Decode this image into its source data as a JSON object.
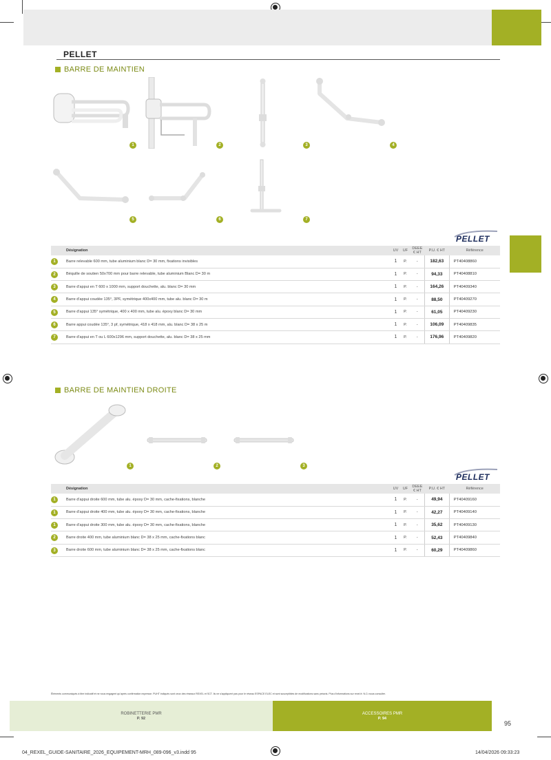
{
  "brand": "PELLET",
  "logo_text": "PELLET",
  "section1": {
    "title": "BARRE DE MAINTIEN",
    "image_numbers": [
      "1",
      "2",
      "3",
      "4",
      "5",
      "6",
      "7"
    ],
    "rows": [
      {
        "num": "1",
        "designation": "Barre relevable 600 mm, tube aluminium blanc D= 30 mm, fixations invisibles",
        "uv": "1",
        "uf": "P.",
        "deee": "-",
        "price": "182,63",
        "ref": "PT40408860"
      },
      {
        "num": "2",
        "designation": "Béquille de soutien 50x700 mm pour barre relevable, tube aluminium Blanc D= 30 m",
        "uv": "1",
        "uf": "P.",
        "deee": "-",
        "price": "94,33",
        "ref": "PT40408810"
      },
      {
        "num": "3",
        "designation": "Barre d'appui en T 600 x 1000 mm, support douchette, alu. blanc D= 30 mm",
        "uv": "1",
        "uf": "P.",
        "deee": "-",
        "price": "164,26",
        "ref": "PT40409340"
      },
      {
        "num": "4",
        "designation": "Barre d'appui coudée 135°, 3PF, symétrique 400x400 mm, tube alu. blanc D= 30 m",
        "uv": "1",
        "uf": "P.",
        "deee": "-",
        "price": "88,50",
        "ref": "PT40409270"
      },
      {
        "num": "5",
        "designation": "Barre d'appui 135° symétrique, 400 x 400 mm, tube alu. époxy blanc D= 30 mm",
        "uv": "1",
        "uf": "P.",
        "deee": "-",
        "price": "61,05",
        "ref": "PT40409230"
      },
      {
        "num": "6",
        "designation": "Barre appui coudée 135°, 3 pf, symétrique, 418 x 418 mm, alu. blanc D= 38 x 25 m",
        "uv": "1",
        "uf": "P.",
        "deee": "-",
        "price": "106,09",
        "ref": "PT40409835"
      },
      {
        "num": "7",
        "designation": "Barre d'appui en T ou L 600x1296 mm, support douchette, alu. blanc D= 38 x 25 mm",
        "uv": "1",
        "uf": "P.",
        "deee": "-",
        "price": "176,96",
        "ref": "PT40409820"
      }
    ]
  },
  "section2": {
    "title": "BARRE DE MAINTIEN DROITE",
    "image_numbers": [
      "1",
      "2",
      "3"
    ],
    "rows": [
      {
        "num": "1",
        "designation": "Barre d'appui droite 600 mm, tube alu. époxy D= 30 mm, cache-fixations, blanche",
        "uv": "1",
        "uf": "P.",
        "deee": "-",
        "price": "49,94",
        "ref": "PT40409160"
      },
      {
        "num": "1",
        "designation": "Barre d'appui droite 400 mm, tube alu. époxy D= 30 mm, cache-fixations, blanche",
        "uv": "1",
        "uf": "P.",
        "deee": "-",
        "price": "42,27",
        "ref": "PT40409140"
      },
      {
        "num": "1",
        "designation": "Barre d'appui droite 300 mm, tube alu. époxy D= 30 mm, cache-fixations, blanche",
        "uv": "1",
        "uf": "P.",
        "deee": "-",
        "price": "35,62",
        "ref": "PT40409130"
      },
      {
        "num": "2",
        "designation": "Barre droite 400 mm, tube aluminium blanc D= 38 x 25 mm, cache-fixations blanc",
        "uv": "1",
        "uf": "P.",
        "deee": "-",
        "price": "52,43",
        "ref": "PT40409840"
      },
      {
        "num": "3",
        "designation": "Barre droite 600 mm, tube aluminium blanc D= 38 x 25 mm, cache-fixations blanc",
        "uv": "1",
        "uf": "P.",
        "deee": "-",
        "price": "60,29",
        "ref": "PT40409860"
      }
    ]
  },
  "table_headers": {
    "designation": "Désignation",
    "uv": "UV",
    "uf": "UF",
    "deee": "DEEE € HT",
    "price": "P.U. € HT",
    "ref": "Référence"
  },
  "disclaimer": "Éléments communiqués à titre indicatif et ne nous engagent qu'après confirmation expresse. PUHT indiqués sont ceux des réseaux REXEL et SCT. Ils ne s'appliquent pas pour le réseau ESPACE ELEC et sont susceptibles de modifications sans préavis. Plus d'informations sur rexel.fr. N.C=nous consulter.",
  "footer": {
    "left_label": "ROBINETTERIE PMR",
    "left_page": "P. 92",
    "right_label": "ACCESSOIRES PMR",
    "right_page": "P. 94",
    "page_number": "95"
  },
  "file_info": "04_REXEL_GUIDE-SANITAIRE_2026_EQUIPEMENT-MRH_089-096_v3.indd   95",
  "date_info": "14/04/2026   09:33:23",
  "colors": {
    "accent": "#a3b025",
    "header_bg": "#e6e6e6",
    "logo": "#1a2a5a"
  }
}
